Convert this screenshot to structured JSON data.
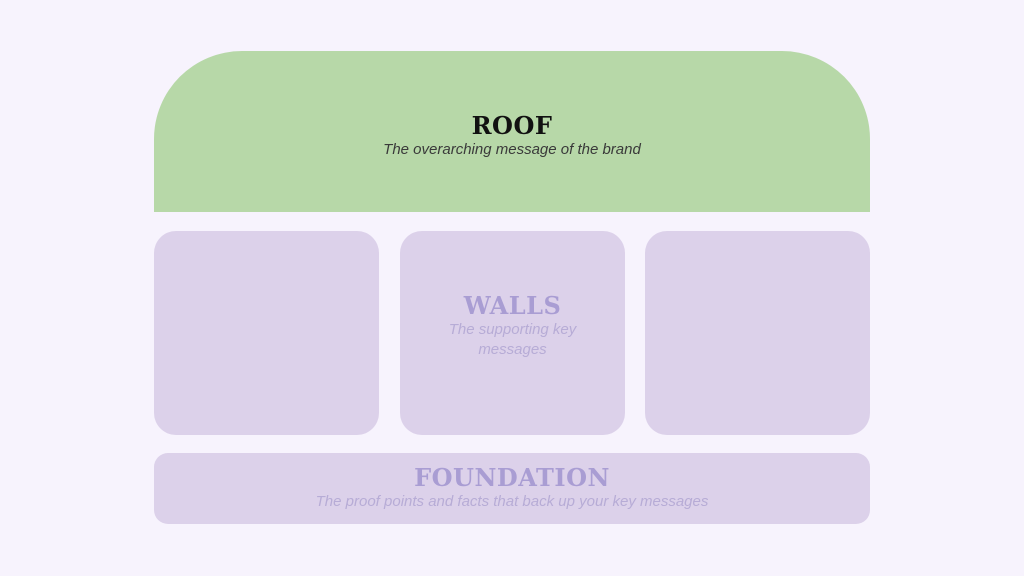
{
  "colors": {
    "background": "#f7f3fd",
    "roof_fill": "#b7d8a8",
    "roof_title": "#111111",
    "roof_subtitle": "#3a3a3a",
    "block_fill": "#dcd1ea",
    "block_title": "#a99dd3",
    "block_subtitle": "#b7acd6"
  },
  "roof": {
    "title": "ROOF",
    "subtitle": "The overarching message of the brand"
  },
  "walls": {
    "title": "WALLS",
    "subtitle": "The supporting key messages"
  },
  "foundation": {
    "title": "FOUNDATION",
    "subtitle": "The proof points and facts that back up your key messages"
  }
}
